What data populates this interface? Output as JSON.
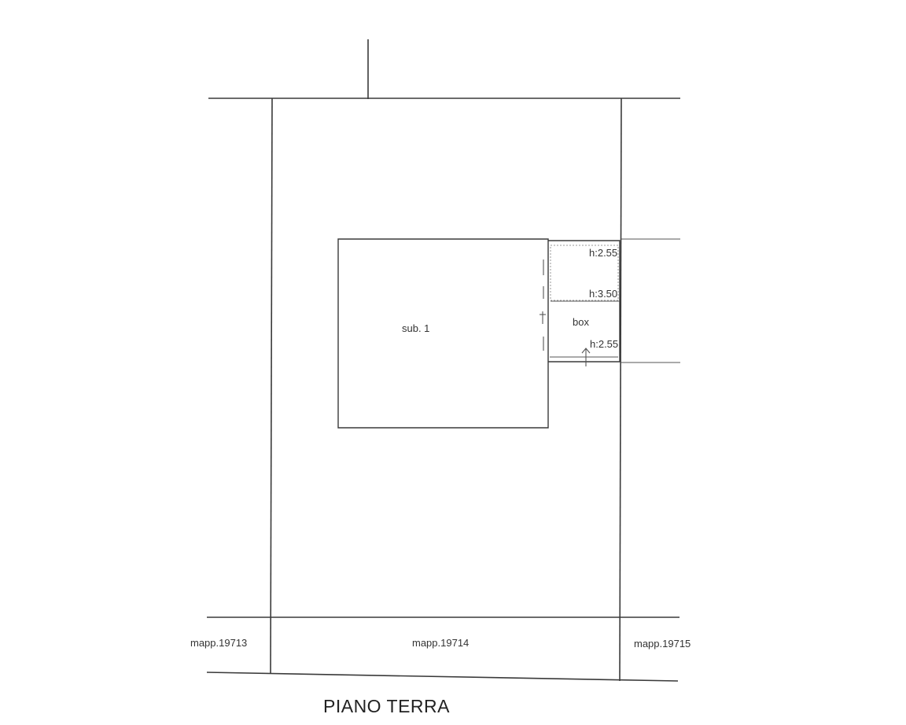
{
  "plan": {
    "title": "PIANO TERRA",
    "parcels": {
      "left": "mapp.19713",
      "center": "mapp.19714",
      "right": "mapp.19715"
    },
    "rooms": {
      "main": "sub. 1",
      "garage": "box"
    },
    "heights": {
      "top": "h:2.55",
      "middle": "h:3.50",
      "bottom": "h:2.55"
    }
  }
}
